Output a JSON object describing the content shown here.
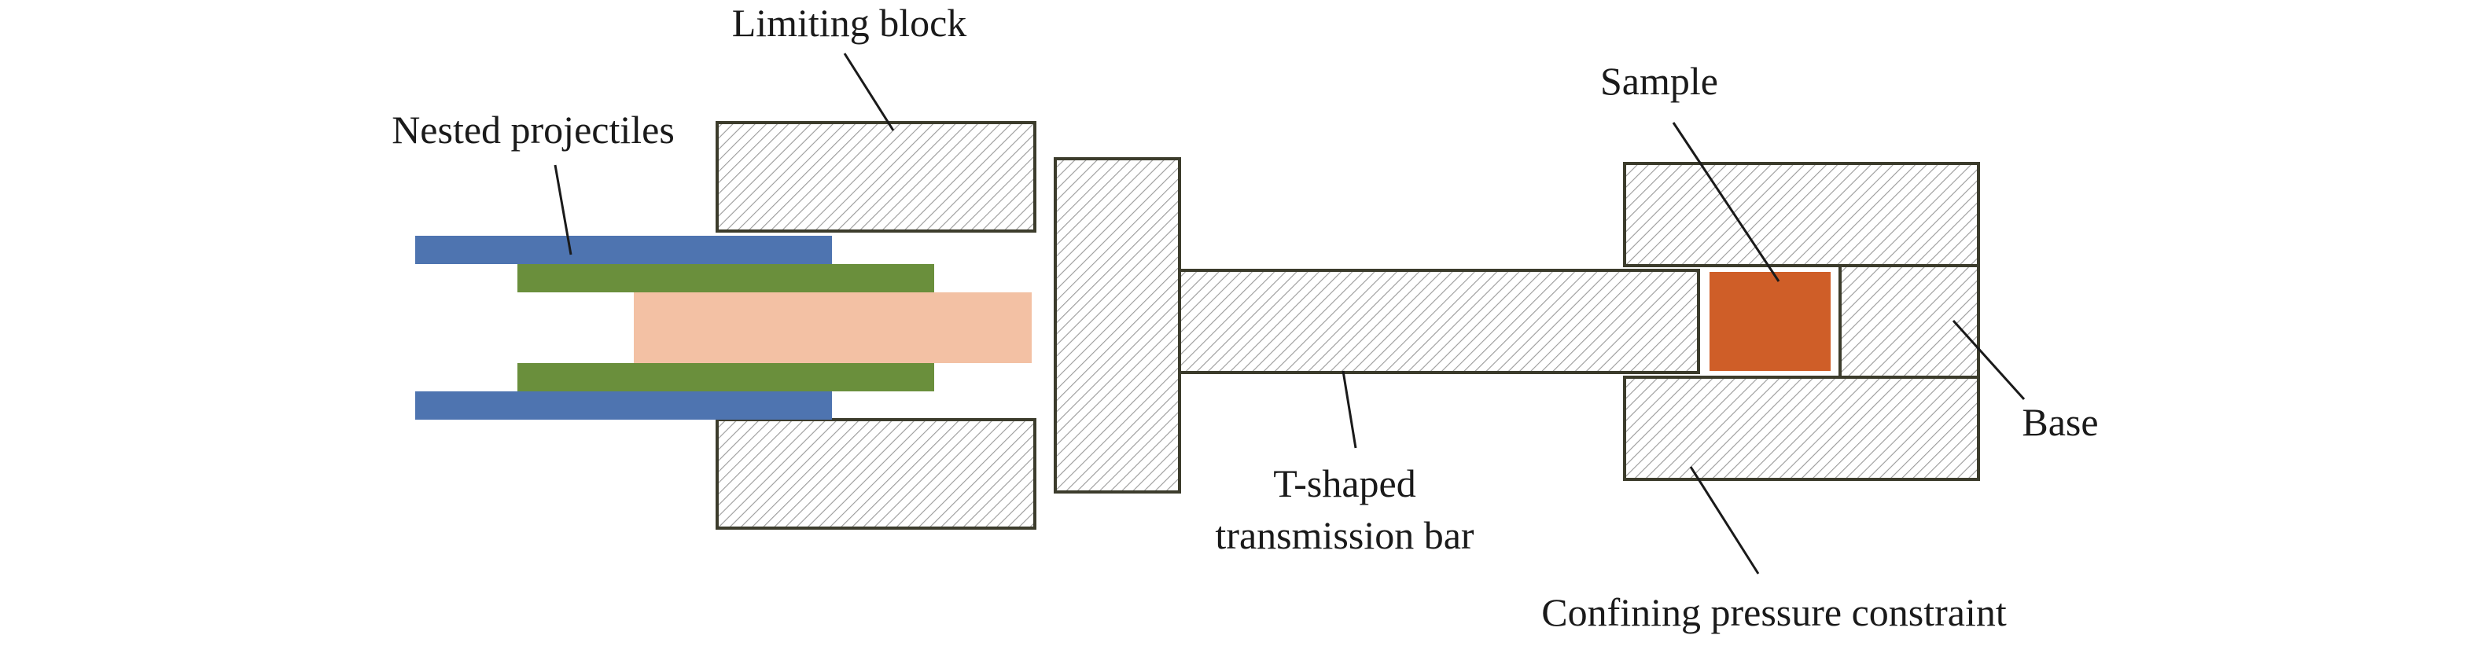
{
  "labels": {
    "limiting_block": "Limiting block",
    "nested_projectiles": "Nested projectiles",
    "sample": "Sample",
    "base": "Base",
    "t_bar_line1": "T-shaped",
    "t_bar_line2": "transmission bar",
    "confining": "Confining pressure constraint"
  },
  "colors": {
    "outline": "#3c3c2c",
    "hatch_line": "#9a9a9a",
    "hatch_bg": "#ffffff",
    "outer_projectile": "#4e74b0",
    "middle_projectile": "#6a8f3c",
    "inner_projectile": "#f3c1a4",
    "sample": "#cf5e28",
    "leader": "#1a1a1a"
  }
}
